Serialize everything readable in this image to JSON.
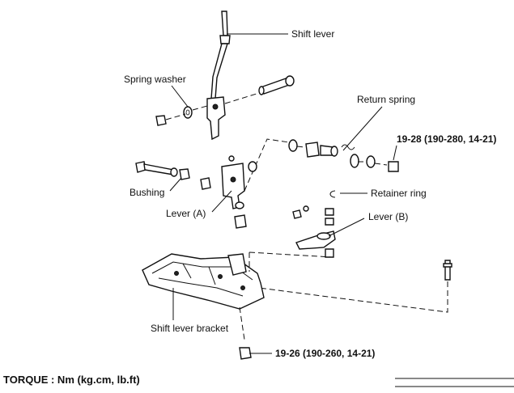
{
  "labels": {
    "shift_lever": "Shift lever",
    "spring_washer": "Spring washer",
    "return_spring": "Return spring",
    "torque_top": "19-28 (190-280, 14-21)",
    "bushing": "Bushing",
    "retainer_ring": "Retainer ring",
    "lever_a": "Lever (A)",
    "lever_b": "Lever (B)",
    "shift_lever_bracket": "Shift lever bracket",
    "torque_bottom": "19-26 (190-260, 14-21)"
  },
  "footer": {
    "torque_note": "TORQUE : Nm (kg.cm, lb.ft)"
  }
}
